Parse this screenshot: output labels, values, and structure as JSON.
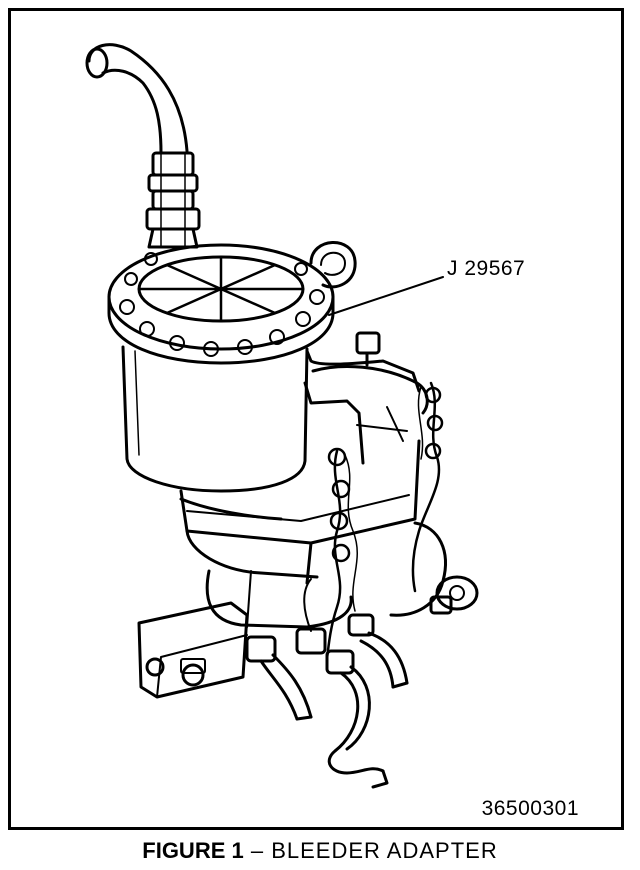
{
  "diagram": {
    "callout_label": "J 29567",
    "figure_code": "36500301",
    "caption_number": "FIGURE 1",
    "caption_separator": " – ",
    "caption_title": "BLEEDER ADAPTER"
  },
  "colors": {
    "ink": "#000000",
    "paper": "#ffffff"
  }
}
